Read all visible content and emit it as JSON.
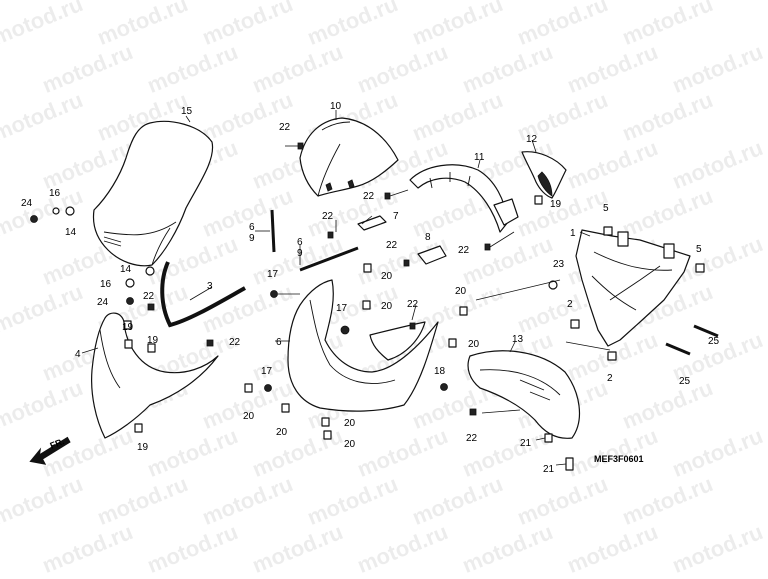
{
  "watermark": "motod.ru",
  "diagram_code": "MEF3F0601",
  "direction_label": "FR.",
  "callouts": [
    {
      "id": "c15",
      "label": "15"
    },
    {
      "id": "c10",
      "label": "10"
    },
    {
      "id": "c22a",
      "label": "22"
    },
    {
      "id": "c11",
      "label": "11"
    },
    {
      "id": "c12",
      "label": "12"
    },
    {
      "id": "c22b",
      "label": "22"
    },
    {
      "id": "c19a",
      "label": "19"
    },
    {
      "id": "c24a",
      "label": "24"
    },
    {
      "id": "c16a",
      "label": "16"
    },
    {
      "id": "c14a",
      "label": "14"
    },
    {
      "id": "c22c",
      "label": "22"
    },
    {
      "id": "c7",
      "label": "7"
    },
    {
      "id": "c5a",
      "label": "5"
    },
    {
      "id": "c6a",
      "label": "6"
    },
    {
      "id": "c9a",
      "label": "9"
    },
    {
      "id": "c1",
      "label": "1"
    },
    {
      "id": "c8",
      "label": "8"
    },
    {
      "id": "c22d",
      "label": "22"
    },
    {
      "id": "c22e",
      "label": "22"
    },
    {
      "id": "c6b",
      "label": "6"
    },
    {
      "id": "c9b",
      "label": "9"
    },
    {
      "id": "c5b",
      "label": "5"
    },
    {
      "id": "c14b",
      "label": "14"
    },
    {
      "id": "c20a",
      "label": "20"
    },
    {
      "id": "c23",
      "label": "23"
    },
    {
      "id": "c17a",
      "label": "17"
    },
    {
      "id": "c3",
      "label": "3"
    },
    {
      "id": "c16b",
      "label": "16"
    },
    {
      "id": "c22f",
      "label": "22"
    },
    {
      "id": "c20b",
      "label": "20"
    },
    {
      "id": "c24b",
      "label": "24"
    },
    {
      "id": "c22g",
      "label": "22"
    },
    {
      "id": "c17b",
      "label": "17"
    },
    {
      "id": "c20c",
      "label": "20"
    },
    {
      "id": "c2a",
      "label": "2"
    },
    {
      "id": "c19b",
      "label": "19"
    },
    {
      "id": "c13",
      "label": "13"
    },
    {
      "id": "c22h",
      "label": "22"
    },
    {
      "id": "c6c",
      "label": "6"
    },
    {
      "id": "c20d",
      "label": "20"
    },
    {
      "id": "c4",
      "label": "4"
    },
    {
      "id": "c19c",
      "label": "19"
    },
    {
      "id": "c25a",
      "label": "25"
    },
    {
      "id": "c25b",
      "label": "25"
    },
    {
      "id": "c17c",
      "label": "17"
    },
    {
      "id": "c18",
      "label": "18"
    },
    {
      "id": "c2b",
      "label": "2"
    },
    {
      "id": "c20e",
      "label": "20"
    },
    {
      "id": "c20f",
      "label": "20"
    },
    {
      "id": "c20g",
      "label": "20"
    },
    {
      "id": "c22i",
      "label": "22"
    },
    {
      "id": "c20h",
      "label": "20"
    },
    {
      "id": "c21a",
      "label": "21"
    },
    {
      "id": "c19d",
      "label": "19"
    },
    {
      "id": "c21b",
      "label": "21"
    }
  ]
}
